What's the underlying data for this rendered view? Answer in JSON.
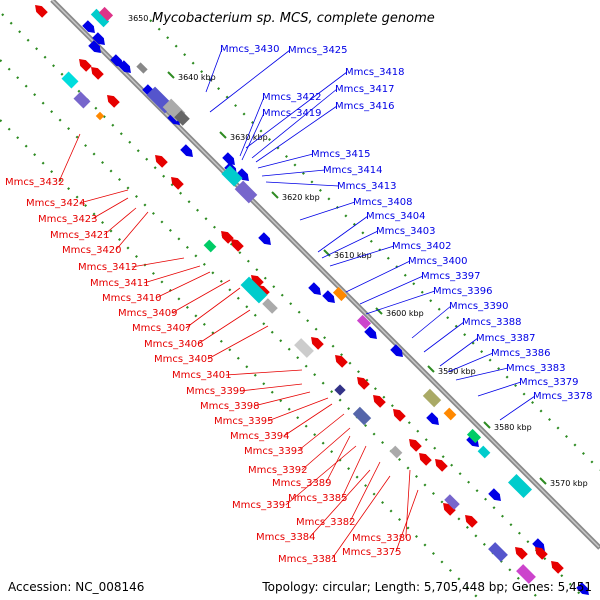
{
  "title_number": "3650",
  "title": "Mycobacterium sp. MCS, complete genome",
  "ruler": [
    "3640 kbp",
    "3630 kbp",
    "3620 kbp",
    "3610 kbp",
    "3600 kbp",
    "3590 kbp",
    "3580 kbp",
    "3570 kbp"
  ],
  "labels_plus": [
    "Mmcs_3430",
    "Mmcs_3425",
    "Mmcs_3418",
    "Mmcs_3422",
    "Mmcs_3417",
    "Mmcs_3419",
    "Mmcs_3416",
    "Mmcs_3415",
    "Mmcs_3414",
    "Mmcs_3413",
    "Mmcs_3408",
    "Mmcs_3404",
    "Mmcs_3403",
    "Mmcs_3402",
    "Mmcs_3400",
    "Mmcs_3397",
    "Mmcs_3396",
    "Mmcs_3390",
    "Mmcs_3388",
    "Mmcs_3387",
    "Mmcs_3386",
    "Mmcs_3383",
    "Mmcs_3379",
    "Mmcs_3378"
  ],
  "labels_minus": [
    "Mmcs_3432",
    "Mmcs_3424",
    "Mmcs_3423",
    "Mmcs_3421",
    "Mmcs_3420",
    "Mmcs_3412",
    "Mmcs_3411",
    "Mmcs_3410",
    "Mmcs_3409",
    "Mmcs_3407",
    "Mmcs_3406",
    "Mmcs_3405",
    "Mmcs_3401",
    "Mmcs_3399",
    "Mmcs_3398",
    "Mmcs_3395",
    "Mmcs_3394",
    "Mmcs_3393",
    "Mmcs_3392",
    "Mmcs_3389",
    "Mmcs_3391",
    "Mmcs_3385",
    "Mmcs_3382",
    "Mmcs_3384",
    "Mmcs_3380",
    "Mmcs_3375",
    "Mmcs_3381"
  ],
  "footer": {
    "accession": "Accession: NC_008146",
    "summary": "Topology: circular; Length: 5,705,448 bp; Genes: 5,451"
  },
  "colors": {
    "plus_strand": "#0000e6",
    "minus_strand": "#e60000",
    "backbone": "#8a8a8a",
    "tick": "#2e8b22"
  }
}
